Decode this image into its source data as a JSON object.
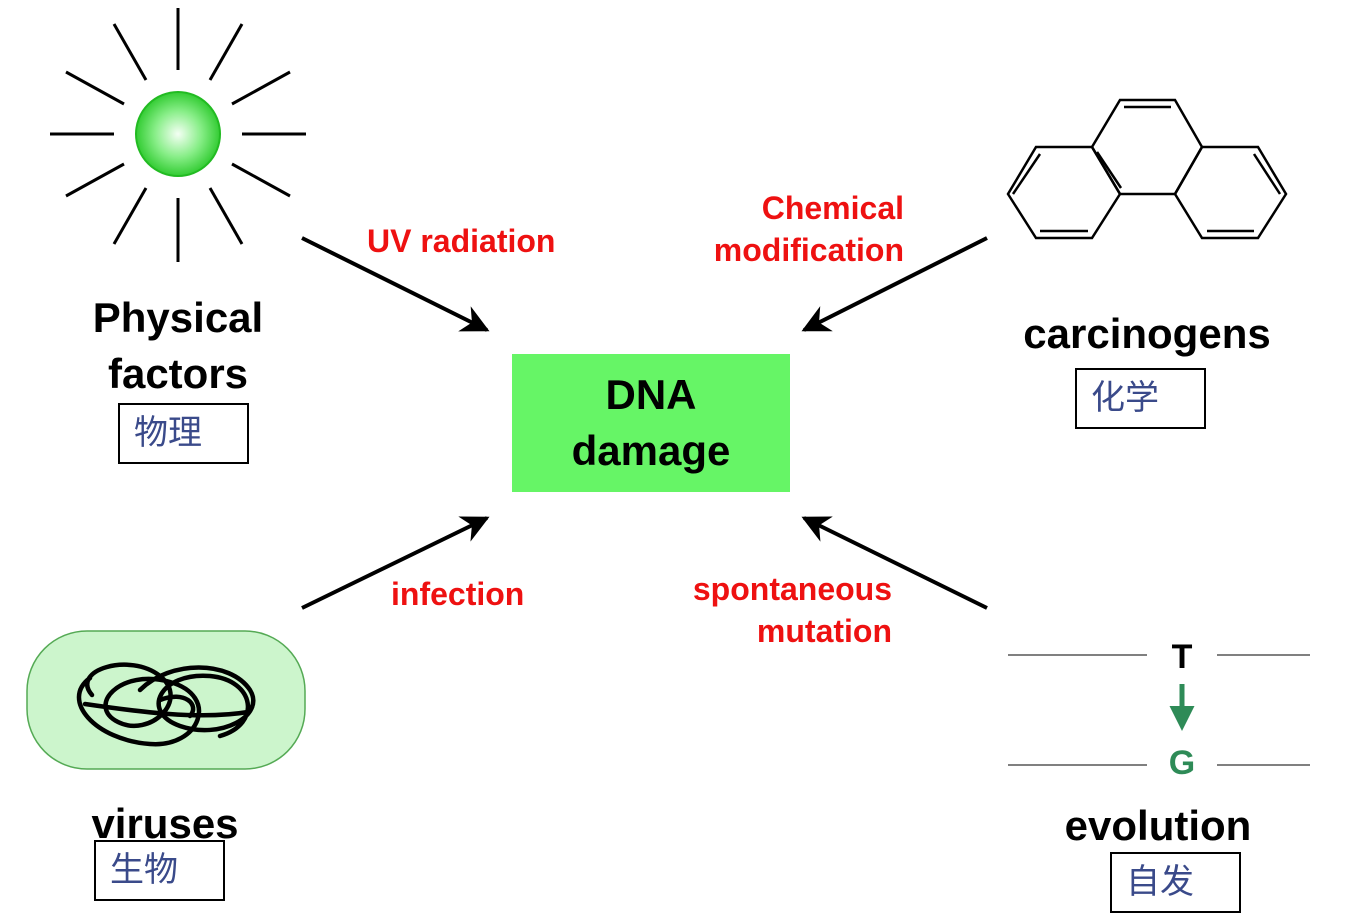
{
  "center": {
    "line1": "DNA",
    "line2": "damage",
    "color": "#66f566"
  },
  "factors": {
    "physical": {
      "line1": "Physical",
      "line2": "factors",
      "cn": "物理",
      "icon": "sun-icon"
    },
    "chemical": {
      "label": "carcinogens",
      "cn": "化学",
      "icon": "phenanthrene-icon"
    },
    "viral": {
      "label": "viruses",
      "cn": "生物",
      "icon": "virus-cell-icon"
    },
    "evolution": {
      "label": "evolution",
      "cn": "自发",
      "icon": "mutation-icon",
      "base_top": "T",
      "base_bottom": "G"
    }
  },
  "arrow_labels": {
    "uv": "UV radiation",
    "chem_line1": "Chemical",
    "chem_line2": "modification",
    "infection": "infection",
    "spont_line1": "spontaneous",
    "spont_line2": "mutation"
  },
  "colors": {
    "label_red": "#ee1111",
    "sun_green": "#44dd44",
    "cell_fill": "#ccf5cc",
    "mutation_arrow": "#2e8b57",
    "cn_text": "#3a4a8a"
  }
}
